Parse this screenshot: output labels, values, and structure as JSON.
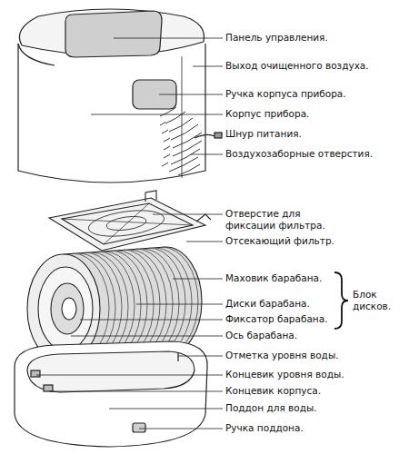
{
  "diagram": {
    "labels": [
      "Панель управления.",
      "Выход очищенного воздуха.",
      "Ручка корпуса прибора.",
      "Корпус прибора.",
      "Шнур питания.",
      "Воздухозаборные отверстия.",
      "Отверстие для фиксации фильтра.",
      "Отсекающий фильтр.",
      "Маховик барабана.",
      "Диски барабана.",
      "Фиксатор барабана.",
      "Ось барабана.",
      "Блок дисков.",
      "Отметка уровня воды.",
      "Концевик уровня воды.",
      "Концевик корпуса.",
      "Поддон для воды.",
      "Ручка поддона."
    ]
  }
}
